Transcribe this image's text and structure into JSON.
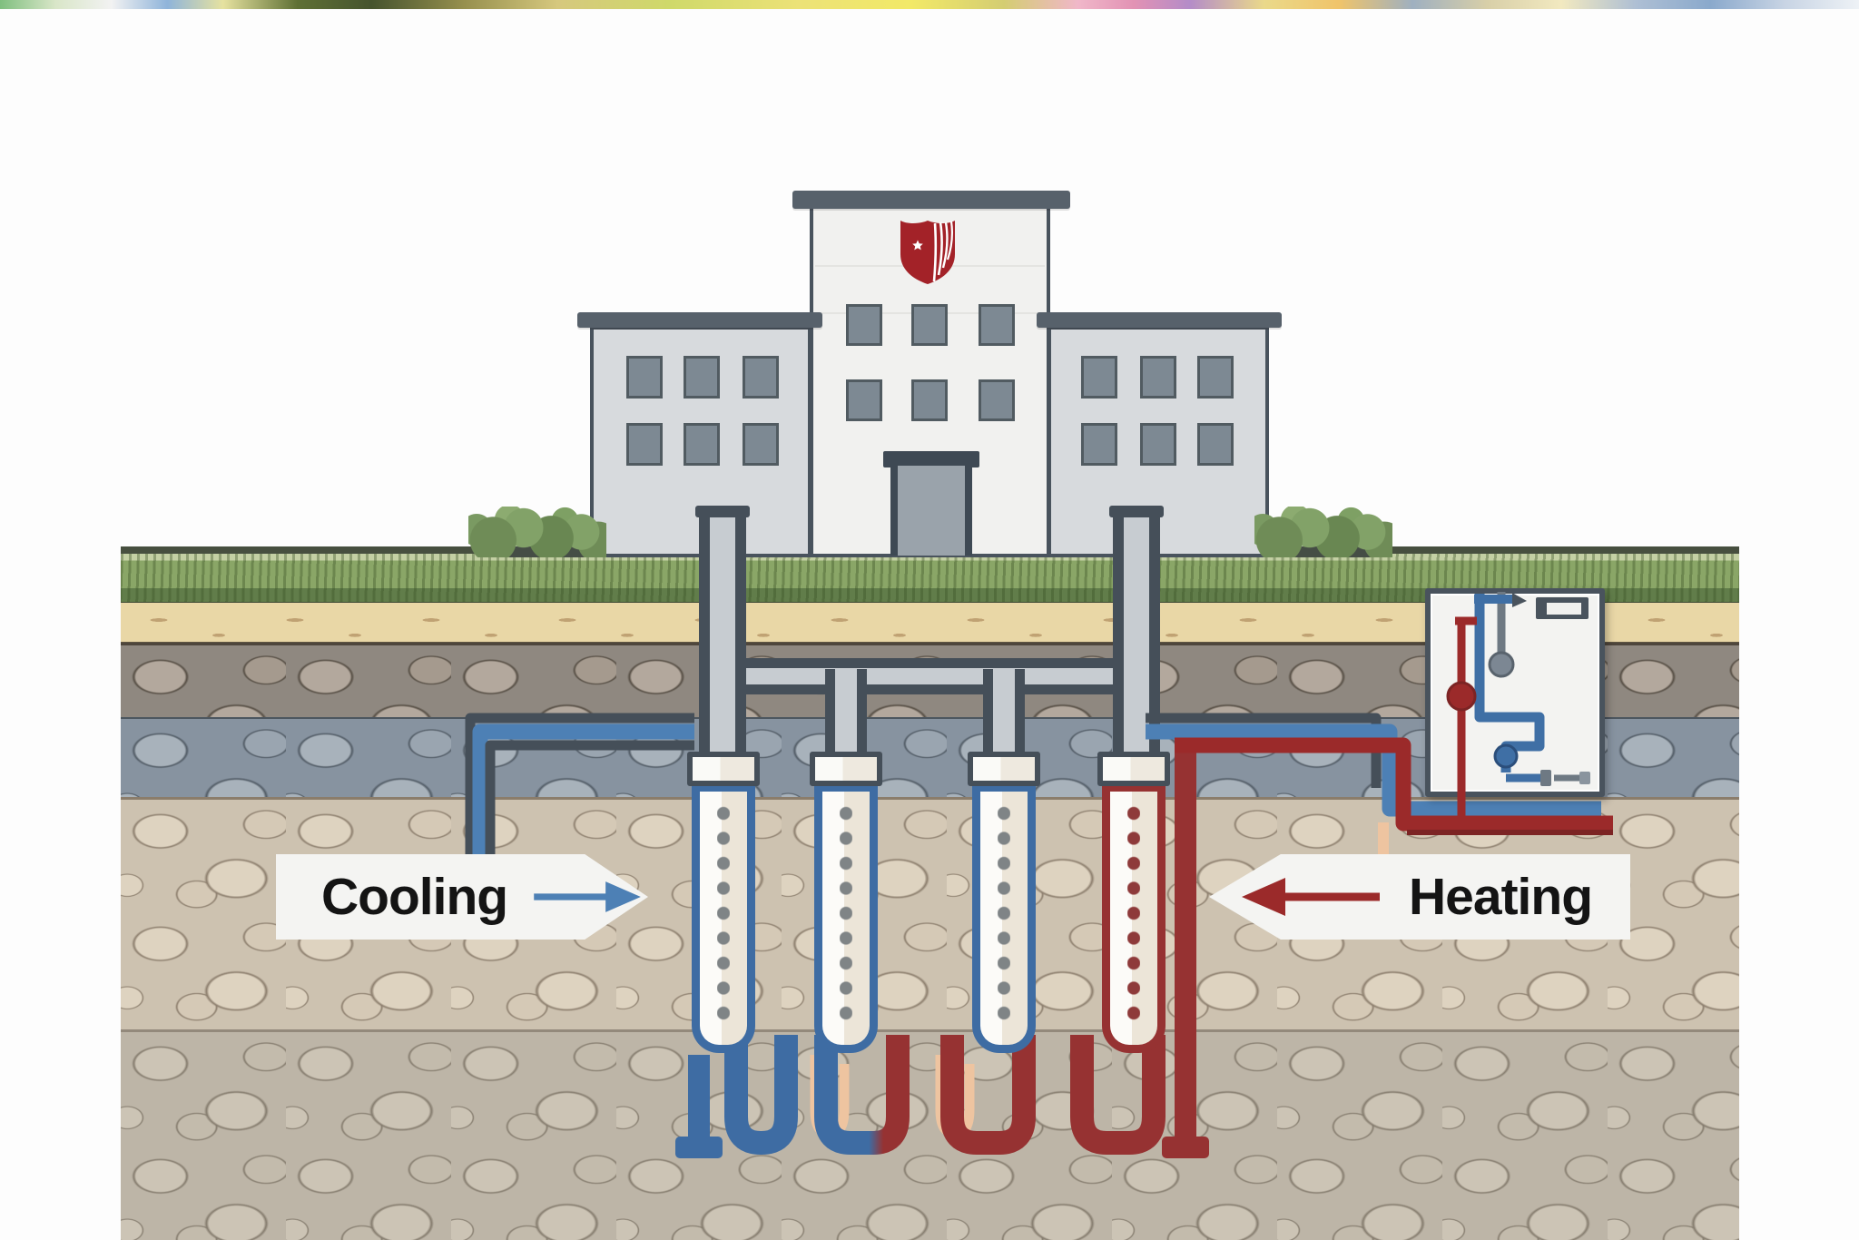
{
  "labels": {
    "cooling": "Cooling",
    "heating": "Heating"
  },
  "colors": {
    "cooling-blue": "#4d80b5",
    "heating-red": "#9b2a2a",
    "pipe-outline": "#454f59",
    "pipe-gray": "#c7ccd1",
    "borehole-blue": "#3e6ca3",
    "borehole-red": "#963232",
    "shield-red": "#a32228",
    "peach-pipe": "#eec4a0"
  },
  "icons": {
    "cooling-arrow": "right-arrow",
    "heating-arrow": "left-arrow",
    "shield-logo": "shield-with-star-and-stripes"
  },
  "scene": {
    "building": "campus-building",
    "boreholes": [
      "borehole-1",
      "borehole-2",
      "borehole-3",
      "borehole-4"
    ],
    "equipment": "heat-pump-cabinet"
  }
}
